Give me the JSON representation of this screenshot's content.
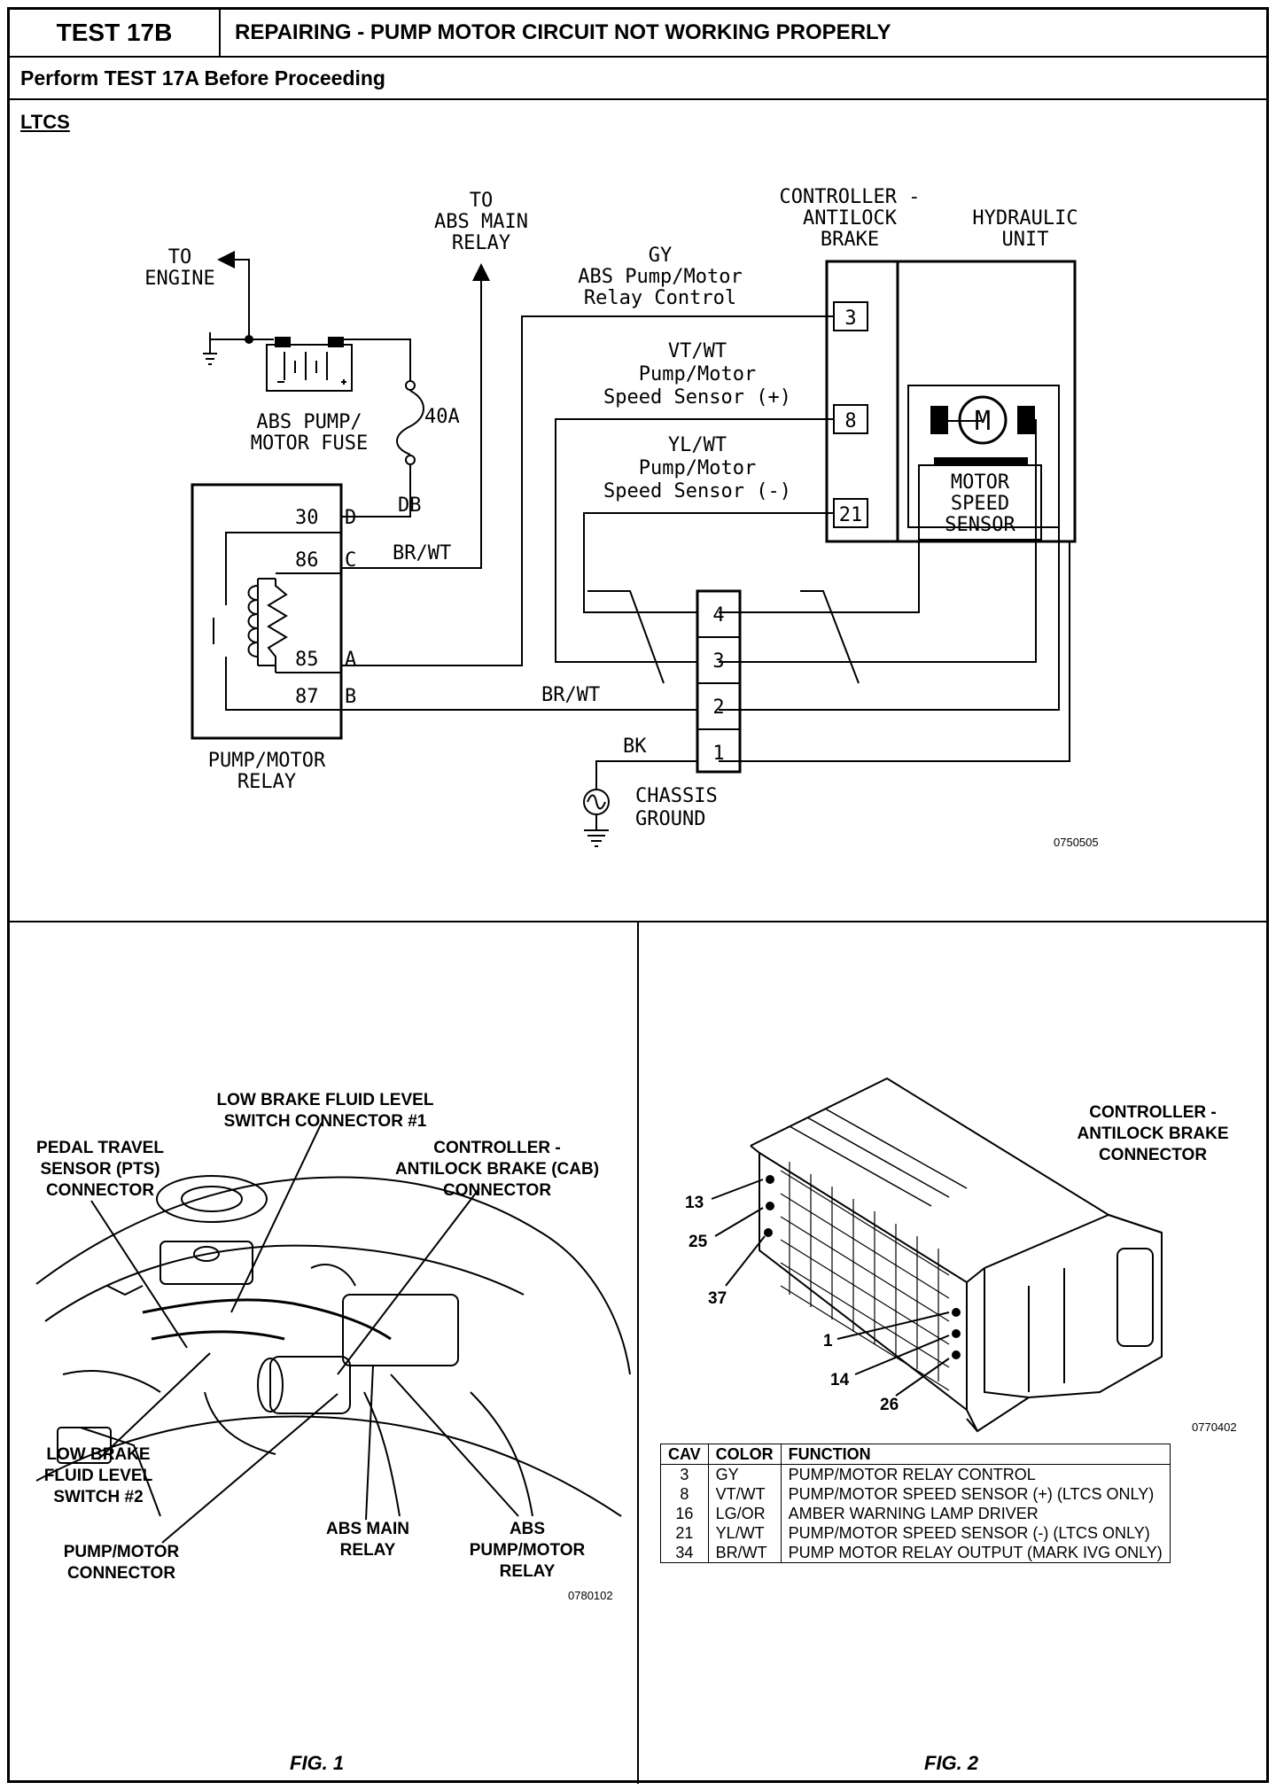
{
  "header": {
    "test_id": "TEST 17B",
    "title": "REPAIRING - PUMP MOTOR CIRCUIT NOT WORKING PROPERLY"
  },
  "subheader": "Perform TEST 17A Before Proceeding",
  "section_label": "LTCS",
  "schematic": {
    "to_engine": [
      "TO",
      "ENGINE"
    ],
    "to_abs_main_relay": [
      "TO",
      "ABS MAIN",
      "RELAY"
    ],
    "fuse_label": [
      "ABS PUMP/",
      "MOTOR FUSE"
    ],
    "fuse_rating": "40A",
    "controller_label": [
      "CONTROLLER -",
      "ANTILOCK",
      "BRAKE"
    ],
    "hcu_label": [
      "HYDRAULIC",
      "UNIT"
    ],
    "wire_gy": [
      "GY",
      "ABS Pump/Motor",
      "Relay Control"
    ],
    "wire_vtwt": [
      "VT/WT",
      "Pump/Motor",
      "Speed Sensor (+)"
    ],
    "wire_ylwt": [
      "YL/WT",
      "Pump/Motor",
      "Speed Sensor (-)"
    ],
    "cab_pins": [
      "3",
      "8",
      "21"
    ],
    "motor_symbol": "M",
    "motor_speed_sensor": [
      "MOTOR",
      "SPEED",
      "SENSOR"
    ],
    "relay_terminals": [
      {
        "num": "30",
        "letter": "D"
      },
      {
        "num": "86",
        "letter": "C"
      },
      {
        "num": "85",
        "letter": "A"
      },
      {
        "num": "87",
        "letter": "B"
      }
    ],
    "wire_db": "DB",
    "wire_brwt_1": "BR/WT",
    "wire_brwt_2": "BR/WT",
    "wire_bk": "BK",
    "relay_label": [
      "PUMP/MOTOR",
      "RELAY"
    ],
    "connector_pins": [
      "4",
      "3",
      "2",
      "1"
    ],
    "chassis_ground": [
      "CHASSIS",
      "GROUND"
    ],
    "figure_code": "0750505"
  },
  "fig1": {
    "caption": "FIG. 1",
    "code": "0780102",
    "labels": {
      "low_brake_1": [
        "LOW BRAKE FLUID LEVEL",
        "SWITCH CONNECTOR #1"
      ],
      "pts": [
        "PEDAL TRAVEL",
        "SENSOR (PTS)",
        "CONNECTOR"
      ],
      "cab": [
        "CONTROLLER -",
        "ANTILOCK BRAKE (CAB)",
        "CONNECTOR"
      ],
      "low_brake_2": [
        "LOW BRAKE",
        "FLUID LEVEL",
        "SWITCH #2"
      ],
      "pump_conn": [
        "PUMP/MOTOR",
        "CONNECTOR"
      ],
      "abs_main": [
        "ABS MAIN",
        "RELAY"
      ],
      "abs_pump": [
        "ABS",
        "PUMP/MOTOR",
        "RELAY"
      ]
    }
  },
  "fig2": {
    "caption": "FIG. 2",
    "code": "0770402",
    "title": [
      "CONTROLLER -",
      "ANTILOCK BRAKE",
      "CONNECTOR"
    ],
    "pin_labels": [
      "13",
      "25",
      "37",
      "1",
      "14",
      "26"
    ],
    "table": {
      "headers": [
        "CAV",
        "COLOR",
        "FUNCTION"
      ],
      "rows": [
        [
          "3",
          "GY",
          "PUMP/MOTOR RELAY CONTROL"
        ],
        [
          "8",
          "VT/WT",
          "PUMP/MOTOR SPEED SENSOR (+) (LTCS ONLY)"
        ],
        [
          "16",
          "LG/OR",
          "AMBER WARNING LAMP DRIVER"
        ],
        [
          "21",
          "YL/WT",
          "PUMP/MOTOR SPEED SENSOR (-) (LTCS ONLY)"
        ],
        [
          "34",
          "BR/WT",
          "PUMP MOTOR RELAY OUTPUT (MARK IVG ONLY)"
        ]
      ]
    }
  }
}
